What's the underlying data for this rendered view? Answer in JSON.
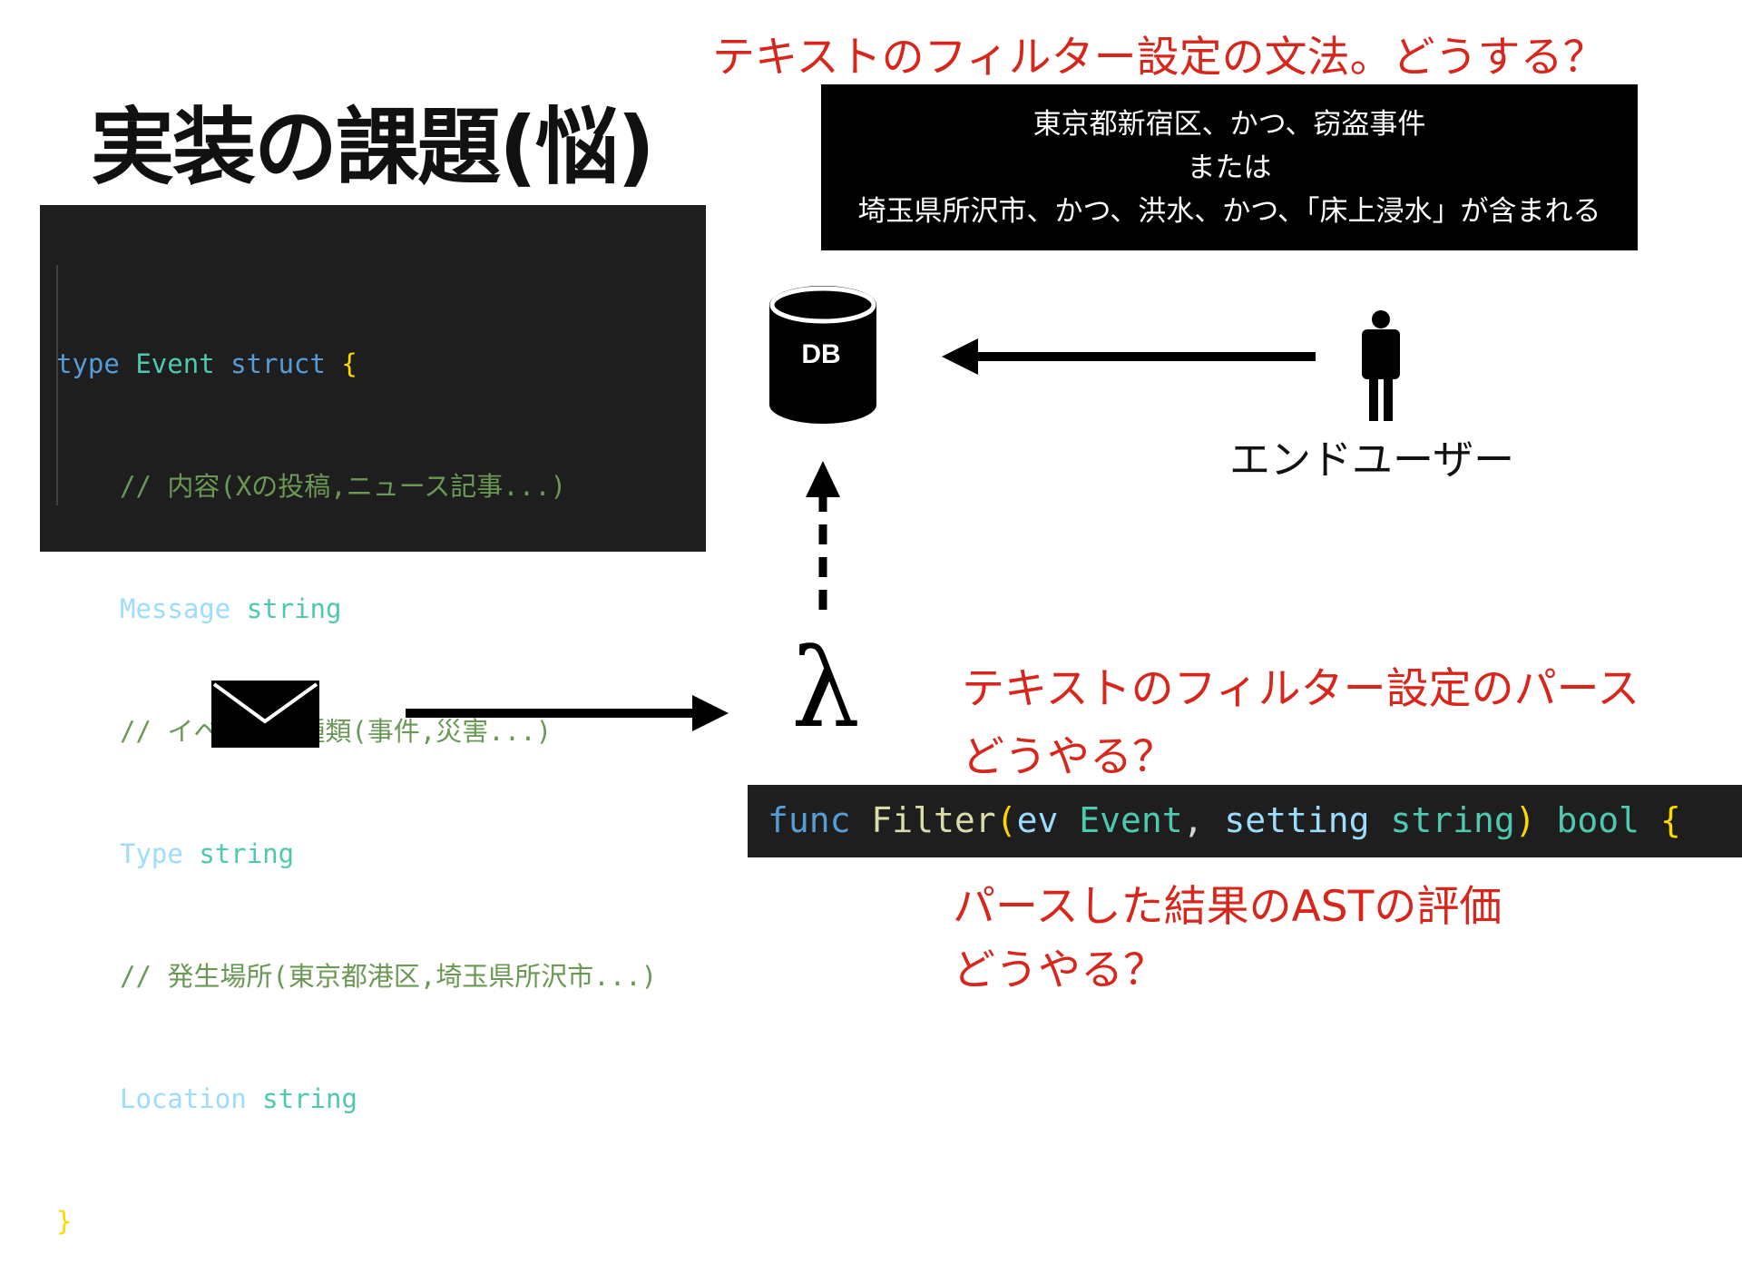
{
  "heading": "実装の課題(悩)",
  "questions": {
    "filter_grammar": "テキストのフィルター設定の文法。どうする？",
    "parse_line1": "テキストのフィルター設定のパース",
    "parse_line2": "どうやる？",
    "eval_line1": "パースした結果のASTの評価",
    "eval_line2": "どうやる？"
  },
  "filter_example": {
    "line1": "東京都新宿区、かつ、窃盗事件",
    "line2": "または",
    "line3": "埼玉県所沢市、かつ、洪水、かつ、「床上浸水」が含まれる"
  },
  "struct_code": {
    "type_kw": "type",
    "type_name": "Event",
    "struct_kw": "struct",
    "open_brace": "{",
    "comment1": "// 内容(Xの投稿,ニュース記事...)",
    "field1": "Message",
    "field1_type": "string",
    "comment2": "// イベントの種類(事件,災害...)",
    "field2": "Type",
    "field2_type": "string",
    "comment3": "// 発生場所(東京都港区,埼玉県所沢市...)",
    "field3": "Location",
    "field3_type": "string",
    "close_brace": "}"
  },
  "func_code": {
    "func_kw": "func",
    "name": "Filter",
    "lparen": "(",
    "p1": "ev",
    "p1_type": "Event",
    "comma": ",",
    "p2": "setting",
    "p2_type": "string",
    "rparen": ")",
    "ret": "bool",
    "brace": "{"
  },
  "db_label": "DB",
  "end_user_label": "エンドユーザー",
  "lambda_symbol": "λ",
  "icons": [
    "envelope-icon",
    "database-icon",
    "person-icon",
    "arrow-right-icon",
    "arrow-left-icon",
    "dashed-arrow-up-icon"
  ],
  "colors": {
    "accent_red": "#d7261b",
    "code_bg": "#1e1e1e",
    "black": "#000000"
  }
}
